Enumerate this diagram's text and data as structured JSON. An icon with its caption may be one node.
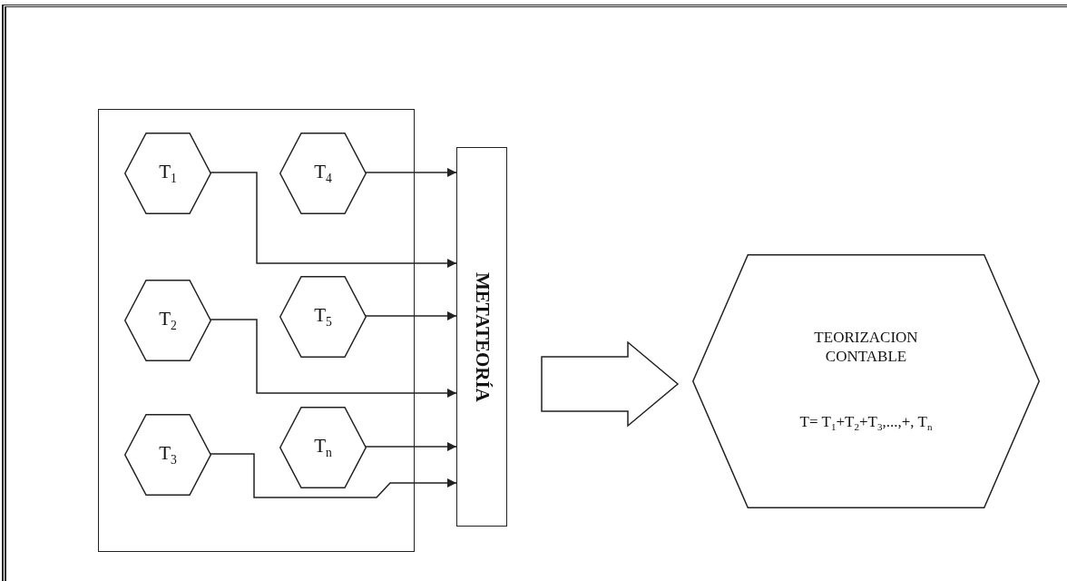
{
  "diagram": {
    "nodes": [
      {
        "text": [],
        "shape": "box"
      },
      {
        "text": [
          "T$_{1}$"
        ],
        "in": 0
      },
      {
        "text": [
          "T$_{4}$"
        ],
        "in": 0
      },
      {
        "text": [
          "T$_{2}$"
        ],
        "in": 0
      },
      {
        "text": [
          "T$_{5}$"
        ],
        "in": 0
      },
      {
        "text": [
          "T$_{3}$"
        ],
        "in": 0
      },
      {
        "text": [
          "T$_{n}$"
        ],
        "in": 0
      },
      {
        "text": [
          "METATEORÍA"
        ]
      },
      {
        "text": [
          "TEORIZACION CONTABLE",
          "T= T$_{1}$+T$_{2}$+T$_{3}$,...,+, T$_{n}$"
        ]
      }
    ],
    "edges": [
      {
        "from": 1,
        "to": 7,
        "arrow": "to"
      },
      {
        "from": 2,
        "to": 7,
        "arrow": "to"
      },
      {
        "from": 3,
        "to": 7,
        "arrow": "to"
      },
      {
        "from": 4,
        "to": 7,
        "arrow": "to"
      },
      {
        "from": 5,
        "to": 7,
        "arrow": "to"
      },
      {
        "from": 6,
        "to": 7,
        "arrow": "to"
      },
      {
        "from": 7,
        "to": 8,
        "arrow": "to",
        "style": "thick"
      }
    ]
  }
}
